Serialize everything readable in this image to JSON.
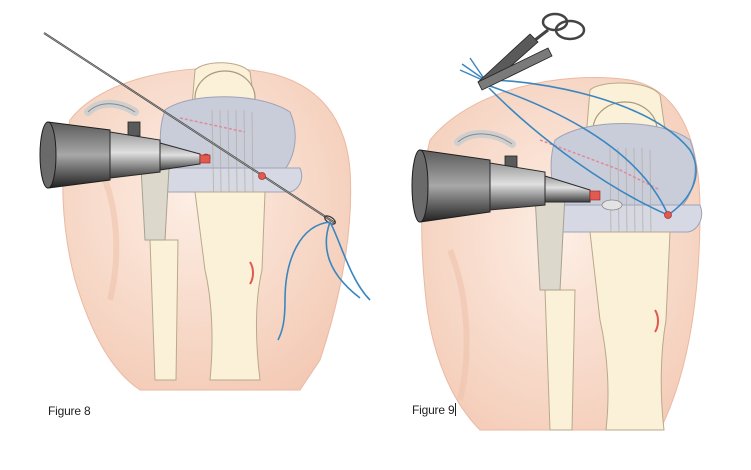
{
  "figures": [
    {
      "caption": "Figure 8",
      "panel": "left"
    },
    {
      "caption": "Figure 9",
      "panel": "right"
    }
  ],
  "colors": {
    "background": "#ffffff",
    "skin": "#f7d9c9",
    "skin_light": "#fbe9de",
    "bone": "#fbf0d8",
    "bone_outline": "#b9a98a",
    "cartilage": "#c9ccd9",
    "ligament": "#e8e4da",
    "instrument_dark": "#4a4a4a",
    "instrument_mid": "#8c8c8c",
    "instrument_light": "#cfcfcf",
    "suture_blue": "#3a86c0",
    "marker_red": "#e05a4e",
    "dashed_pink": "#e08a9a"
  },
  "icons": [
    "arthroscope-icon",
    "needle-icon",
    "suture-icon",
    "scissors-icon"
  ]
}
